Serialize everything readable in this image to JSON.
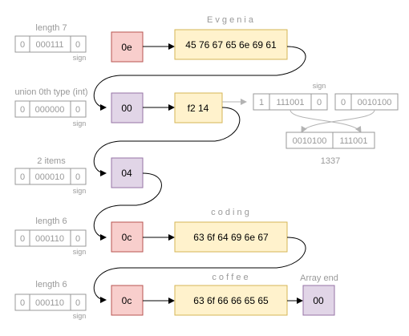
{
  "colors": {
    "red_fill": "#f8cecc",
    "red_stroke": "#b85450",
    "purple_fill": "#e1d5e7",
    "purple_stroke": "#9673a6",
    "yellow_fill": "#fff2cc",
    "yellow_stroke": "#d6b656",
    "gray": "#999999"
  },
  "rows": [
    {
      "label": "length 7",
      "varint": [
        "0",
        "000111",
        "0"
      ],
      "sign": "sign",
      "tag": "0e",
      "tag_color": "red",
      "letters": "E v g e n i a",
      "bytes": "45 76 67 65 6e 69 61"
    },
    {
      "label": "union 0th type (int)",
      "varint": [
        "0",
        "000000",
        "0"
      ],
      "sign": "sign",
      "tag": "00",
      "tag_color": "purple",
      "bytes": "f2 14"
    },
    {
      "label": "2 items",
      "varint": [
        "0",
        "000010",
        "0"
      ],
      "sign": "sign",
      "tag": "04",
      "tag_color": "purple"
    },
    {
      "label": "length 6",
      "varint": [
        "0",
        "000110",
        "0"
      ],
      "sign": "sign",
      "tag": "0c",
      "tag_color": "red",
      "letters": "c o d i n g",
      "bytes": "63 6f 64 69 6e 67"
    },
    {
      "label": "length 6",
      "varint": [
        "0",
        "000110",
        "0"
      ],
      "sign": "sign",
      "tag": "0c",
      "tag_color": "red",
      "letters": "c o f f e e",
      "bytes": "63 6f 66 66 65 65"
    }
  ],
  "int_decode": {
    "sign": "sign",
    "byte1": [
      "1",
      "111001",
      "0"
    ],
    "byte2": [
      "0",
      "0010100"
    ],
    "result": [
      "0010100",
      "111001"
    ],
    "value": "1337"
  },
  "array_end": {
    "label": "Array end",
    "tag": "00"
  }
}
